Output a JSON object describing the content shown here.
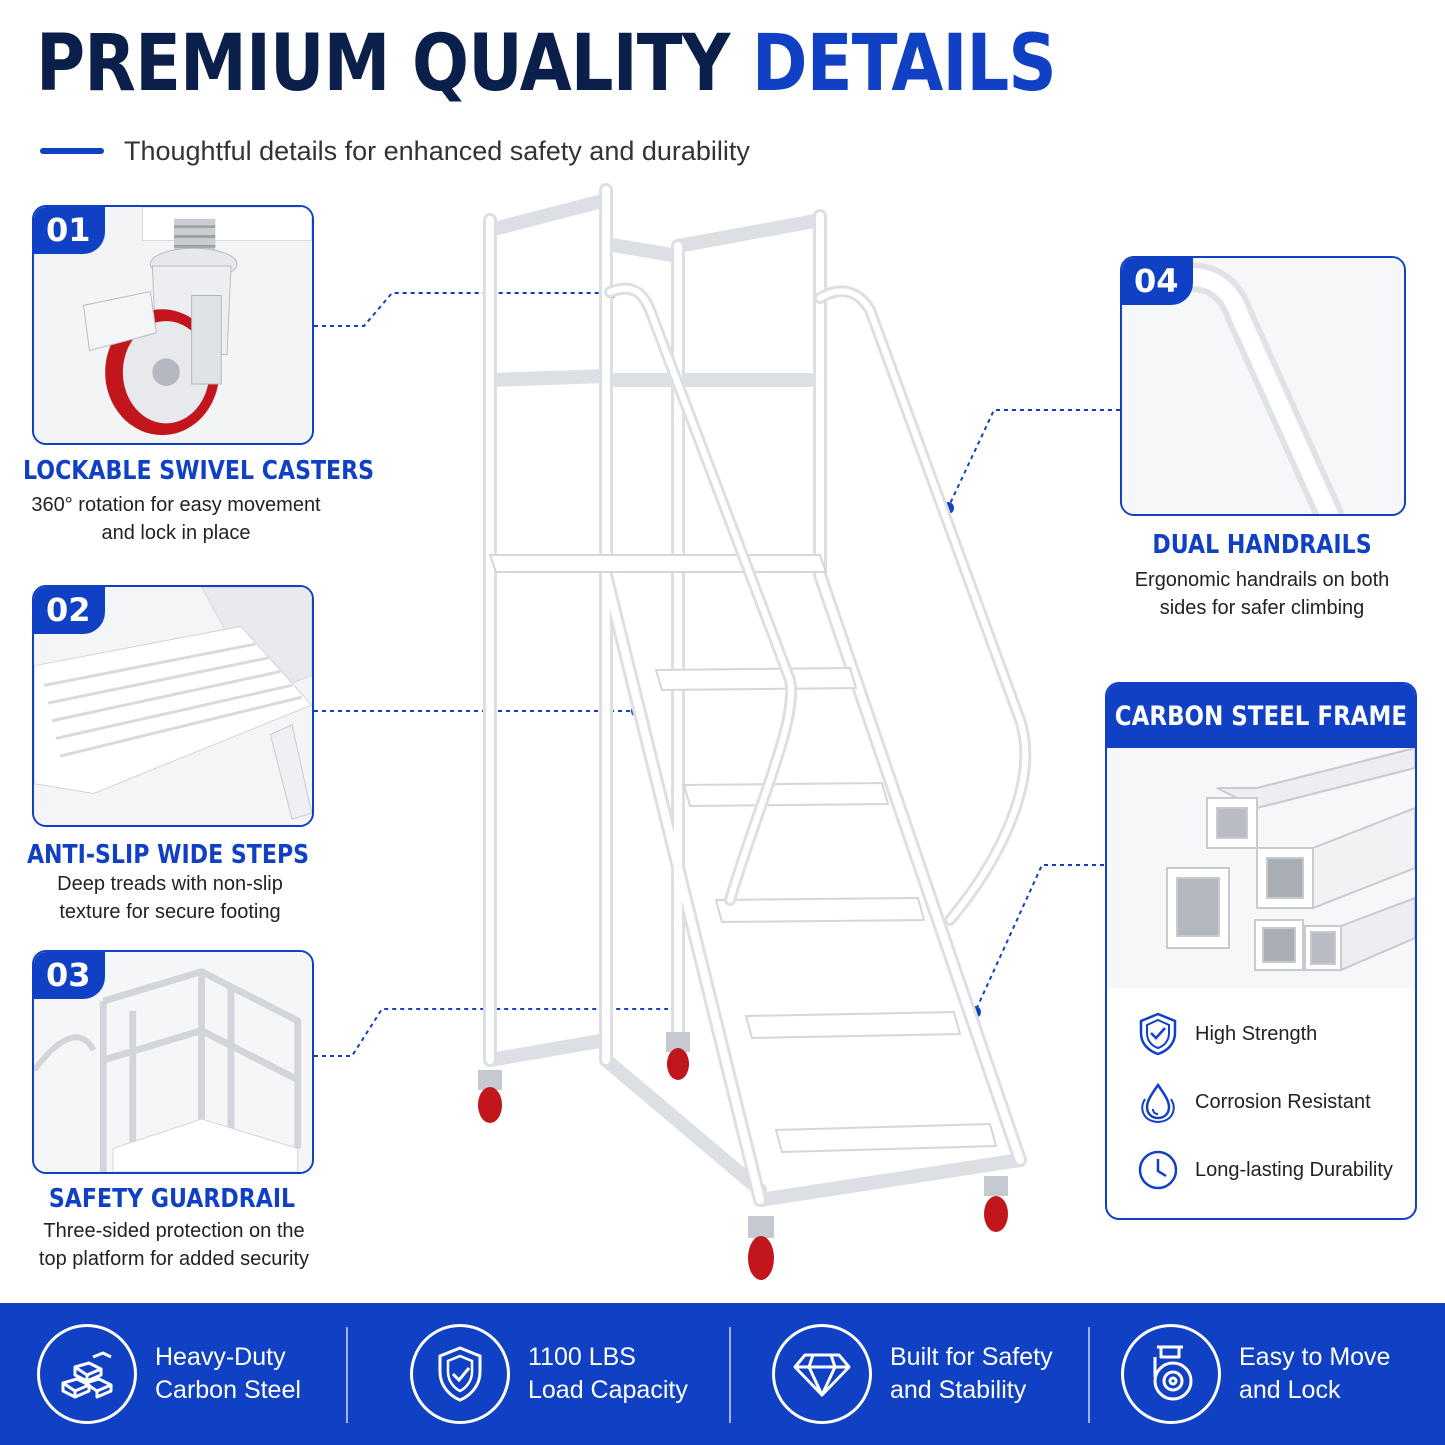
{
  "header": {
    "title_part1": "PREMIUM QUALITY",
    "title_part2": "DETAILS",
    "subtitle": "Thoughtful details for enhanced safety and durability"
  },
  "features": [
    {
      "number": "01",
      "title": "LOCKABLE SWIVEL CASTERS",
      "desc_line1": "360° rotation for easy movement",
      "desc_line2": "and lock in place"
    },
    {
      "number": "02",
      "title": "ANTI-SLIP WIDE STEPS",
      "desc_line1": "Deep treads with non-slip",
      "desc_line2": "texture for secure footing"
    },
    {
      "number": "03",
      "title": "SAFETY GUARDRAIL",
      "desc_line1": "Three-sided protection on the",
      "desc_line2": "top platform for added security"
    },
    {
      "number": "04",
      "title": "DUAL HANDRAILS",
      "desc_line1": "Ergonomic handrails on both",
      "desc_line2": "sides for safer climbing"
    }
  ],
  "frame": {
    "title": "CARBON STEEL FRAME",
    "items": [
      {
        "label": "High Strength",
        "icon": "shield-check-icon"
      },
      {
        "label": "Corrosion Resistant",
        "icon": "water-drop-icon"
      },
      {
        "label": "Long-lasting Durability",
        "icon": "clock-icon"
      }
    ]
  },
  "footer": [
    {
      "line1": "Heavy-Duty",
      "line2": "Carbon Steel",
      "icon": "steel-bars-icon"
    },
    {
      "line1": "1100 LBS",
      "line2": "Load Capacity",
      "icon": "shield-icon"
    },
    {
      "line1": "Built for Safety",
      "line2": "and Stability",
      "icon": "diamond-icon"
    },
    {
      "line1": "Easy to Move",
      "line2": "and Lock",
      "icon": "caster-wheel-icon"
    }
  ],
  "colors": {
    "brand_blue": "#1041c4",
    "navy": "#0b1f4b",
    "wheel_red": "#c0161c"
  }
}
